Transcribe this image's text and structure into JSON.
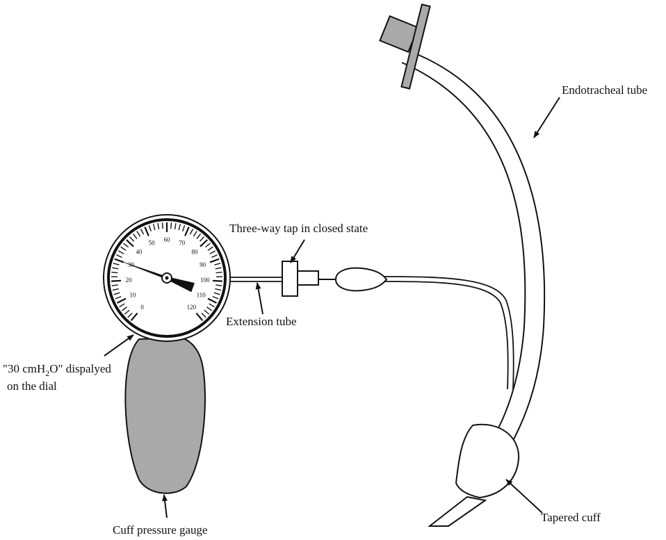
{
  "labels": {
    "endotracheal_tube": "Endotracheal tube",
    "three_way_tap": "Three-way tap in closed state",
    "extension_tube": "Extension tube",
    "dial_reading_prefix": "\"30 cmH",
    "dial_reading_sub": "2",
    "dial_reading_suffix": "O\" dispalyed",
    "dial_reading_line2": "on the dial",
    "cuff_pressure_gauge": "Cuff pressure gauge",
    "tapered_cuff": "Tapered cuff"
  },
  "dial": {
    "scale_numbers": [
      "0",
      "10",
      "20",
      "30",
      "40",
      "50",
      "60",
      "70",
      "80",
      "90",
      "100",
      "110",
      "120"
    ],
    "reading": 30
  },
  "colors": {
    "line": "#111111",
    "fill_gray": "#a9a9a9",
    "background": "#ffffff"
  }
}
